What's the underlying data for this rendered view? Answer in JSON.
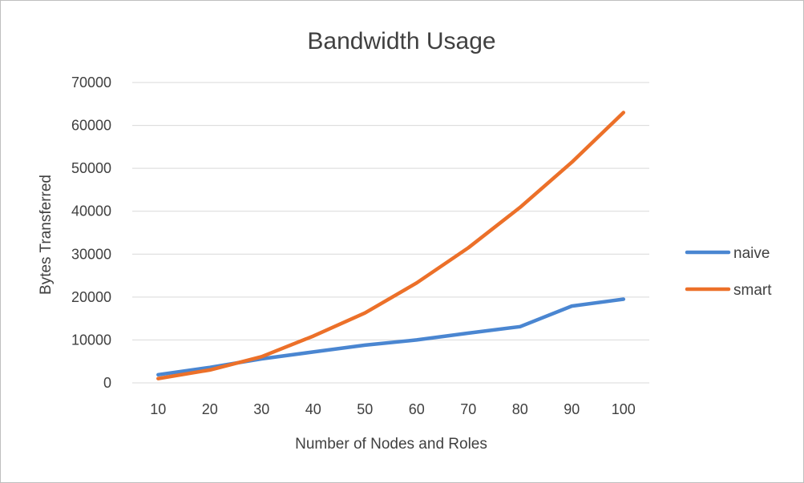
{
  "chart_data": {
    "type": "line",
    "title": "Bandwidth Usage",
    "xlabel": "Number  of Nodes and Roles",
    "ylabel": "Bytes Transferred",
    "categories": [
      "10",
      "20",
      "30",
      "40",
      "50",
      "60",
      "70",
      "80",
      "90",
      "100"
    ],
    "series": [
      {
        "name": "naive",
        "color": "#4a86d1",
        "values": [
          1900,
          3600,
          5600,
          7200,
          8800,
          10000,
          11600,
          13100,
          17900,
          19500
        ]
      },
      {
        "name": "smart",
        "color": "#ec7029",
        "values": [
          1000,
          3000,
          6100,
          10900,
          16300,
          23300,
          31500,
          40900,
          51400,
          63000
        ]
      }
    ],
    "ylim": [
      0,
      70000
    ],
    "yticks": [
      0,
      10000,
      20000,
      30000,
      40000,
      50000,
      60000,
      70000
    ],
    "grid": true,
    "legend_position": "right"
  }
}
